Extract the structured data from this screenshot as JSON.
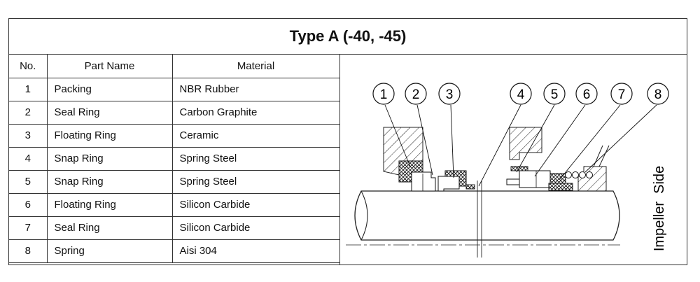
{
  "title": "Type A (-40, -45)",
  "table": {
    "headers": {
      "no": "No.",
      "part_name": "Part Name",
      "material": "Material"
    },
    "rows": [
      {
        "no": "1",
        "part_name": "Packing",
        "material": "NBR Rubber"
      },
      {
        "no": "2",
        "part_name": "Seal Ring",
        "material": "Carbon Graphite"
      },
      {
        "no": "3",
        "part_name": "Floating Ring",
        "material": "Ceramic"
      },
      {
        "no": "4",
        "part_name": "Snap Ring",
        "material": "Spring Steel"
      },
      {
        "no": "5",
        "part_name": "Snap Ring",
        "material": "Spring Steel"
      },
      {
        "no": "6",
        "part_name": "Floating Ring",
        "material": "Silicon Carbide"
      },
      {
        "no": "7",
        "part_name": "Seal Ring",
        "material": "Silicon Carbide"
      },
      {
        "no": "8",
        "part_name": "Spring",
        "material": "Aisi 304"
      }
    ]
  },
  "diagram": {
    "callouts": [
      "1",
      "2",
      "3",
      "4",
      "5",
      "6",
      "7",
      "8"
    ],
    "side_label": "Impeller  Side"
  }
}
